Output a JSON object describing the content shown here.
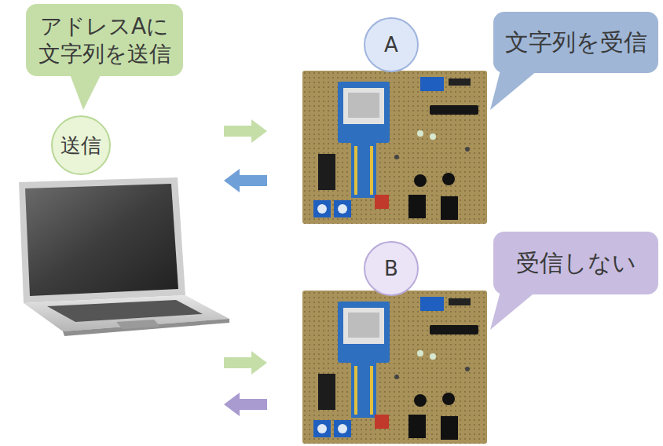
{
  "diagram": {
    "nodes": [
      {
        "text": [
          "アドレスAに 文字列を送信"
        ]
      },
      {
        "text": [
          "送信"
        ]
      },
      {
        "text": [
          "A"
        ]
      },
      {
        "text": [
          "文字列を受信"
        ]
      },
      {
        "text": [
          "B"
        ]
      },
      {
        "text": [
          "受信しない"
        ]
      }
    ]
  }
}
